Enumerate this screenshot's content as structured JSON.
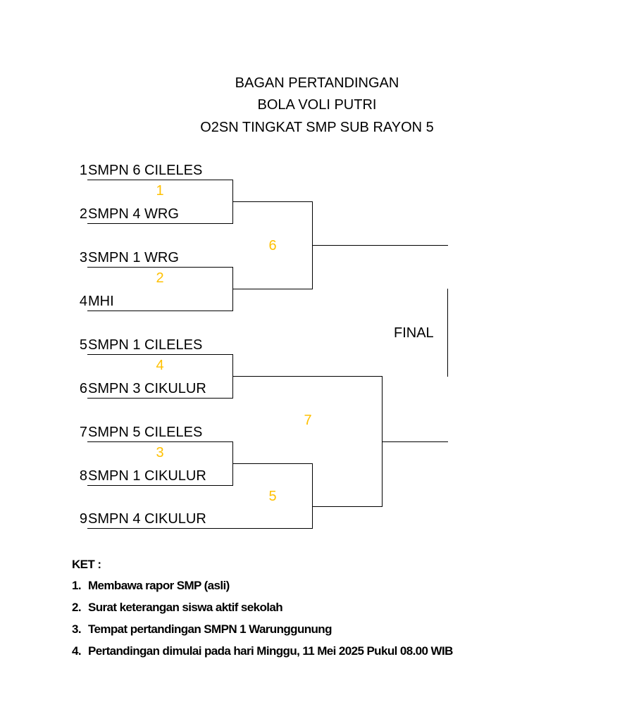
{
  "title": {
    "line1": "BAGAN PERTANDINGAN",
    "line2": "BOLA VOLI PUTRI",
    "line3": "O2SN TINGKAT SMP SUB RAYON 5"
  },
  "teams": [
    {
      "num": "1",
      "name": "SMPN 6 CILELES"
    },
    {
      "num": "2",
      "name": "SMPN 4 WRG"
    },
    {
      "num": "3",
      "name": "SMPN 1 WRG"
    },
    {
      "num": "4",
      "name": "MHI"
    },
    {
      "num": "5",
      "name": "SMPN 1 CILELES"
    },
    {
      "num": "6",
      "name": "SMPN 3 CIKULUR"
    },
    {
      "num": "7",
      "name": "SMPN 5 CILELES"
    },
    {
      "num": "8",
      "name": "SMPN 1 CIKULUR"
    },
    {
      "num": "9",
      "name": "SMPN 4 CIKULUR"
    }
  ],
  "match_numbers": [
    "1",
    "2",
    "4",
    "3",
    "6",
    "5",
    "7"
  ],
  "final_label": "FINAL",
  "notes": {
    "heading": "KET :",
    "items": [
      {
        "n": "1.",
        "text": "Membawa rapor SMP (asli)"
      },
      {
        "n": "2.",
        "text": "Surat keterangan siswa aktif sekolah"
      },
      {
        "n": "3.",
        "text": "Tempat pertandingan SMPN 1 Warunggunung"
      },
      {
        "n": "4.",
        "text": "Pertandingan dimulai pada hari Minggu, 11 Mei 2025 Pukul 08.00 WIB"
      }
    ]
  },
  "colors": {
    "match_number": "#FFC000",
    "lines": "#000000"
  }
}
